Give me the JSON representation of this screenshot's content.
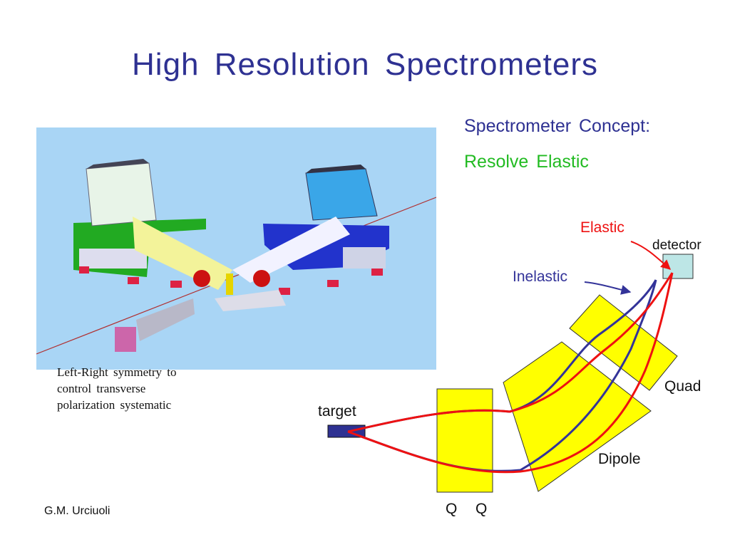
{
  "slide": {
    "title": "High  Resolution  Spectrometers",
    "concept": "Spectrometer  Concept:",
    "resolve": "Resolve  Elastic",
    "caption_lines": [
      "Left-Right  symmetry  to",
      "control  transverse",
      "polarization systematic"
    ],
    "author": "G.M. Urciuoli"
  },
  "diagram": {
    "labels": {
      "elastic": "Elastic",
      "detector": "detector",
      "inelastic": "Inelastic",
      "quad": "Quad",
      "target": "target",
      "dipole": "Dipole",
      "q1": "Q",
      "q2": "Q"
    },
    "colors": {
      "title": "#2e3192",
      "resolve": "#22bb22",
      "elastic": "#ee1111",
      "inelastic": "#333399",
      "magnet": "#ffff00",
      "target": "#2e3192",
      "detector": "#bde6e6"
    }
  }
}
